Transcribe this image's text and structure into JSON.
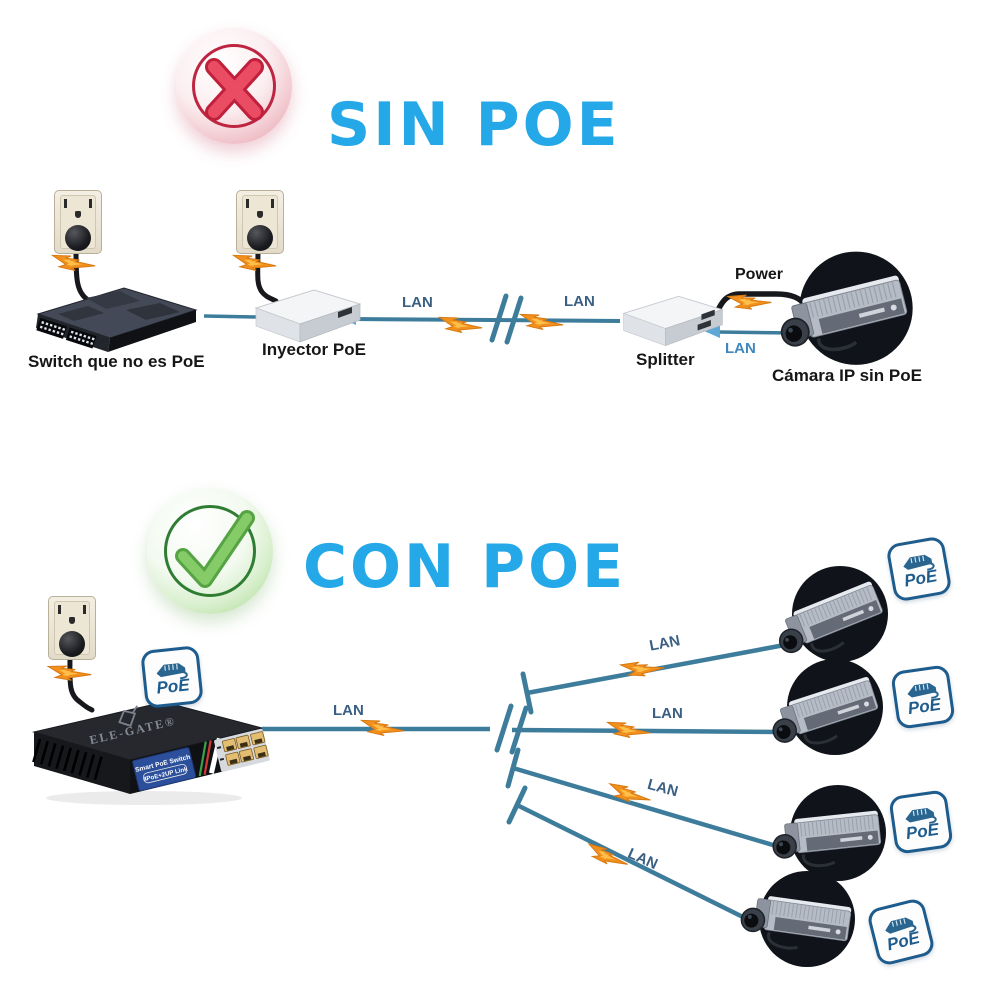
{
  "sin_section": {
    "title": "SIN POE",
    "switch_label": "Switch que no es PoE",
    "injector_label": "Inyector PoE",
    "splitter_label": "Splitter",
    "camera_label": "Cámara IP sin PoE",
    "power_label": "Power",
    "lan_label_1": "LAN",
    "lan_label_2": "LAN",
    "lan_label_camera": "LAN"
  },
  "con_section": {
    "title": "CON POE",
    "switch": {
      "brand": "ELE-GATE®",
      "panel_line1": "Smart PoE Switch",
      "panel_line2": "4PoE+2UP Link"
    },
    "lan_label_main": "LAN",
    "branches": [
      {
        "lan_label": "LAN"
      },
      {
        "lan_label": "LAN"
      },
      {
        "lan_label": "LAN"
      },
      {
        "lan_label": "LAN"
      }
    ]
  },
  "poe_badge": {
    "label": "PoE"
  },
  "colors": {
    "title_blue": "#25A8E8",
    "line_teal": "#3E7C9C",
    "lan_text_blue": "#3A5F82",
    "bolt_orange": "#F7941E",
    "error_red": "#E04256",
    "success_green": "#74C05C",
    "poe_badge_blue": "#1E5C8D"
  }
}
